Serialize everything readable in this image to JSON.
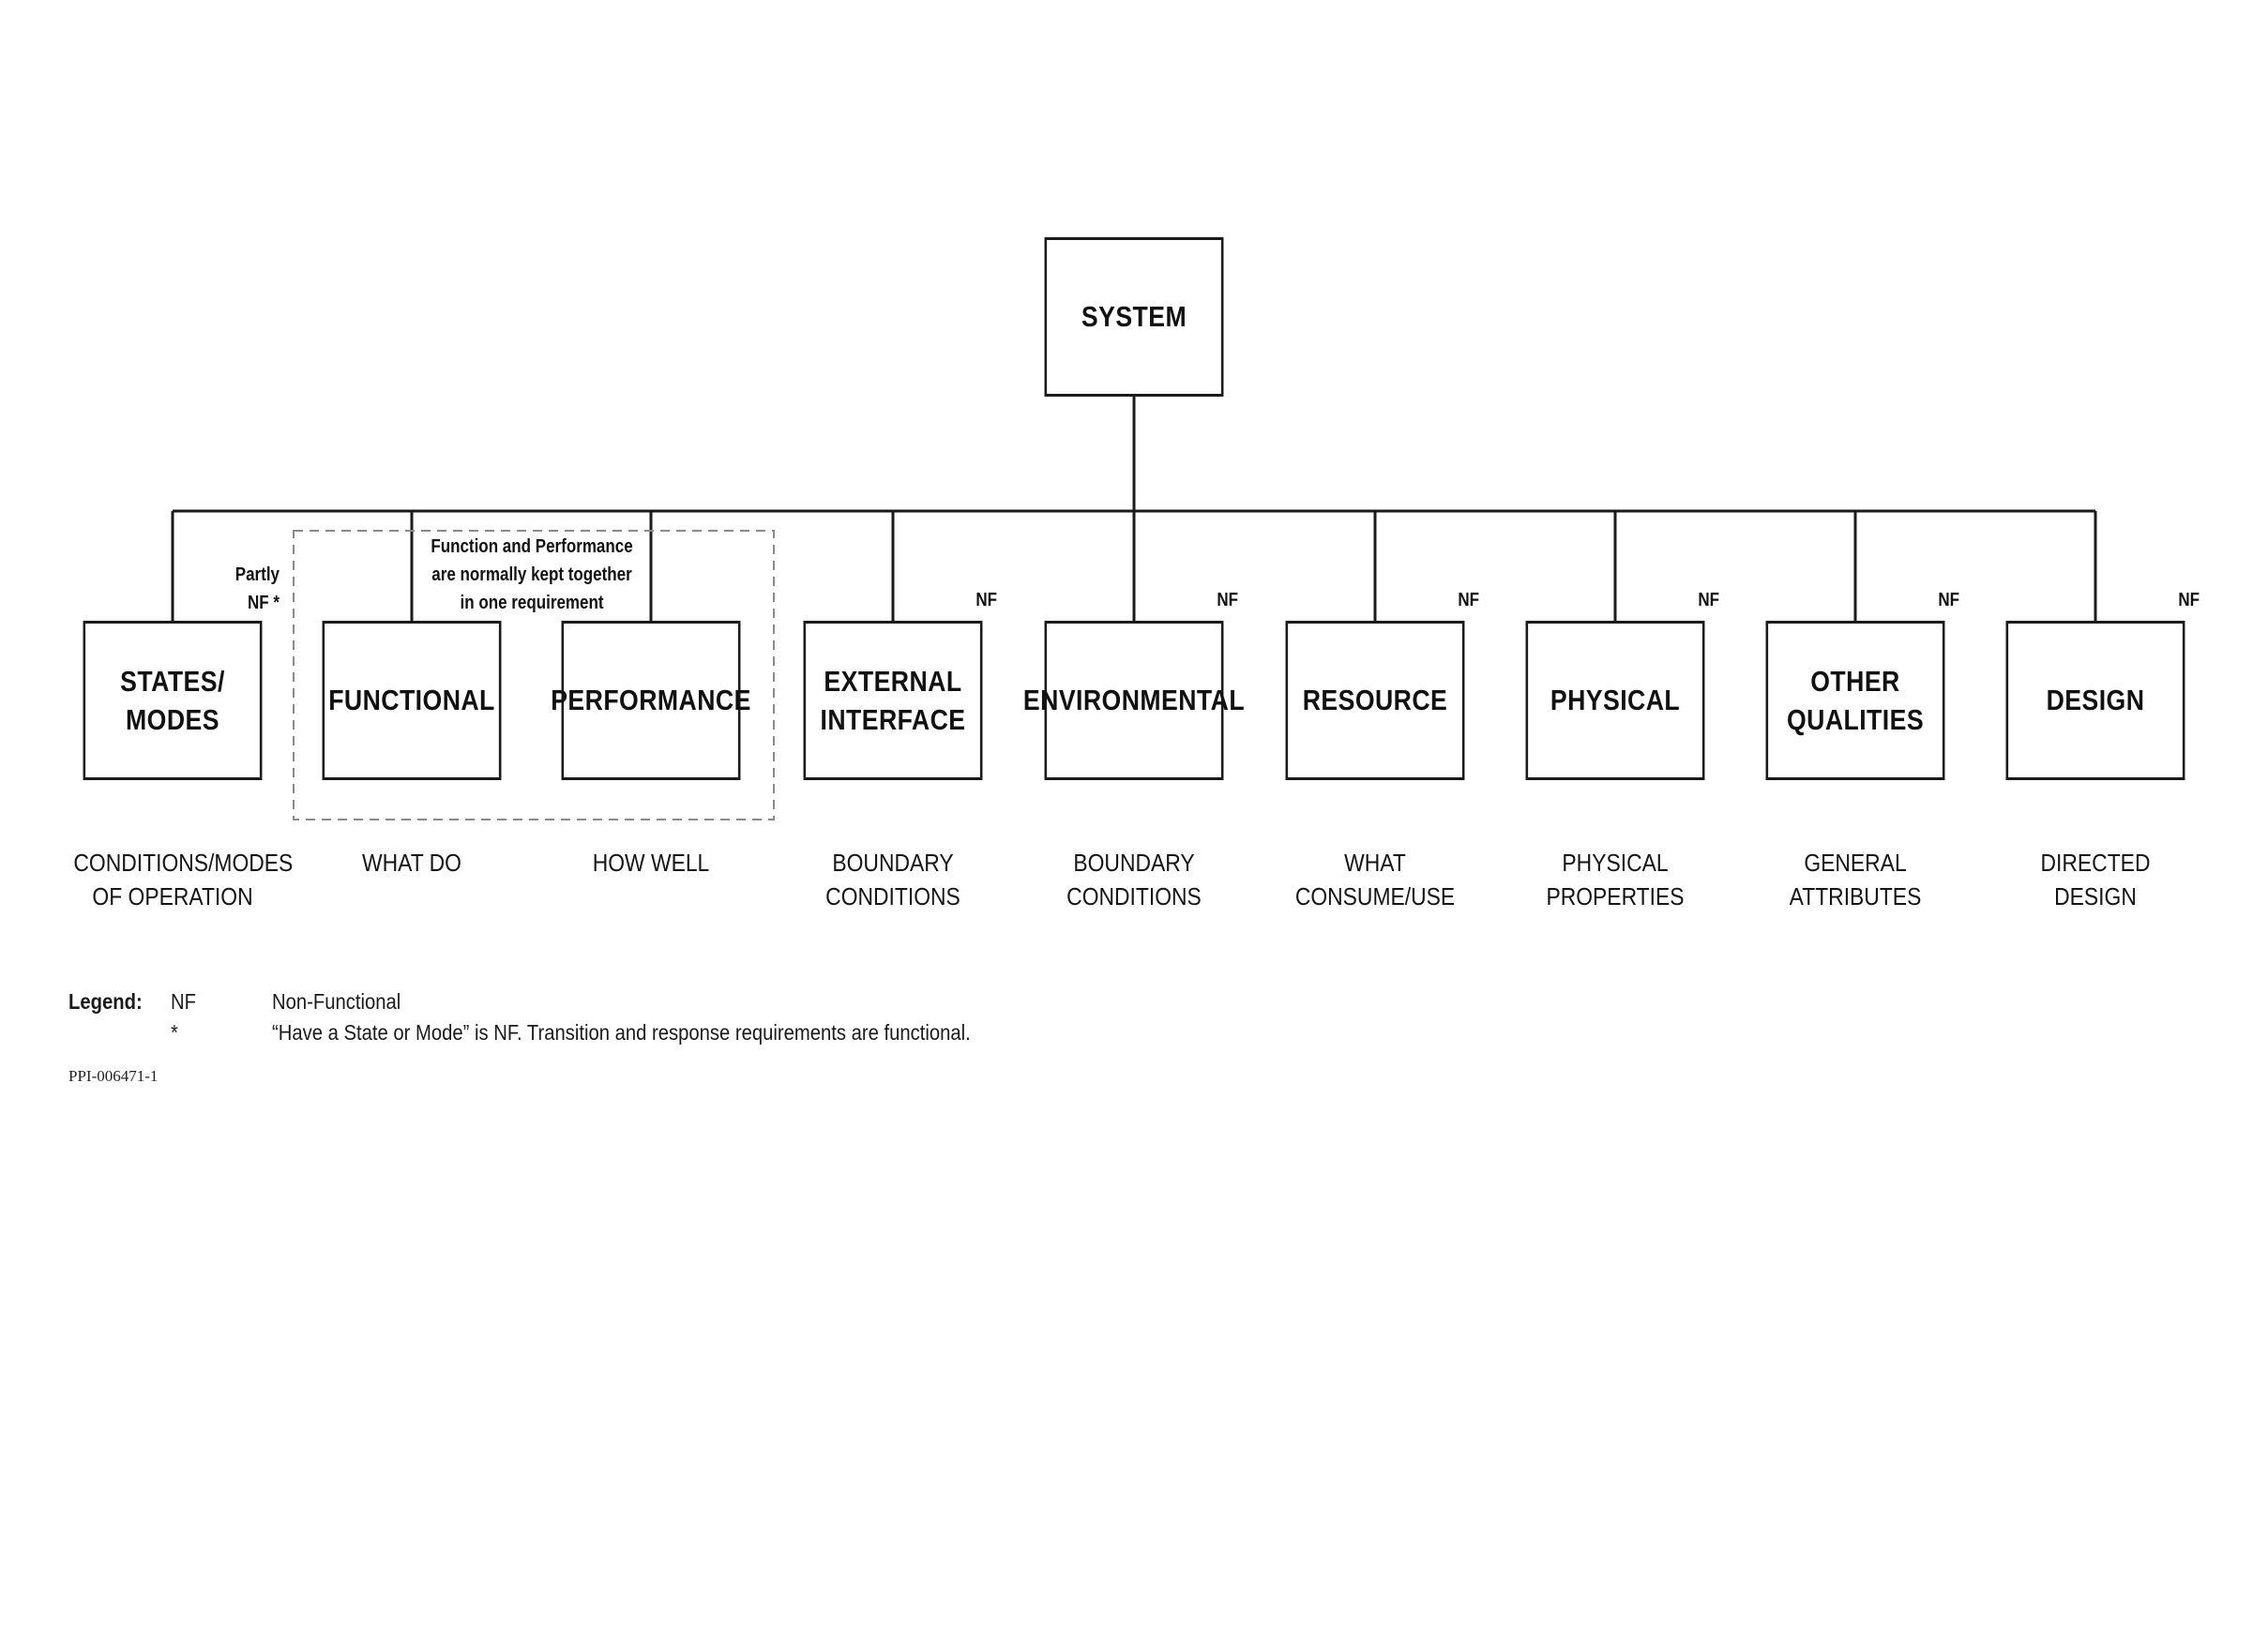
{
  "root": {
    "label": "SYSTEM"
  },
  "categories": [
    {
      "id": "states",
      "label_lines": [
        "STATES/",
        "MODES"
      ],
      "caption_lines": [
        "CONDITIONS/MODES",
        "OF OPERATION"
      ],
      "tag": ""
    },
    {
      "id": "functional",
      "label_lines": [
        "FUNCTIONAL"
      ],
      "caption_lines": [
        "WHAT DO"
      ],
      "tag": ""
    },
    {
      "id": "performance",
      "label_lines": [
        "PERFORMANCE"
      ],
      "caption_lines": [
        "HOW WELL"
      ],
      "tag": ""
    },
    {
      "id": "external-interface",
      "label_lines": [
        "EXTERNAL",
        "INTERFACE"
      ],
      "caption_lines": [
        "BOUNDARY",
        "CONDITIONS"
      ],
      "tag": "NF"
    },
    {
      "id": "environmental",
      "label_lines": [
        "ENVIRONMENTAL"
      ],
      "caption_lines": [
        "BOUNDARY",
        "CONDITIONS"
      ],
      "tag": "NF"
    },
    {
      "id": "resource",
      "label_lines": [
        "RESOURCE"
      ],
      "caption_lines": [
        "WHAT",
        "CONSUME/USE"
      ],
      "tag": "NF"
    },
    {
      "id": "physical",
      "label_lines": [
        "PHYSICAL"
      ],
      "caption_lines": [
        "PHYSICAL",
        "PROPERTIES"
      ],
      "tag": "NF"
    },
    {
      "id": "other-qualities",
      "label_lines": [
        "OTHER",
        "QUALITIES"
      ],
      "caption_lines": [
        "GENERAL",
        "ATTRIBUTES"
      ],
      "tag": "NF"
    },
    {
      "id": "design",
      "label_lines": [
        "DESIGN"
      ],
      "caption_lines": [
        "DIRECTED",
        "DESIGN"
      ],
      "tag": "NF"
    }
  ],
  "states_tag_lines": [
    "Partly",
    "NF *"
  ],
  "group_note_lines": [
    "Function and Performance",
    "are normally kept together",
    "in one requirement"
  ],
  "legend": {
    "title": "Legend:",
    "items": [
      {
        "symbol": "NF",
        "text": "Non-Functional"
      },
      {
        "symbol": "*",
        "text": "“Have a State or Mode” is NF. Transition and response requirements are functional."
      }
    ]
  },
  "document_id": "PPI-006471-1",
  "colors": {
    "line": "#1a1a1a",
    "dashed": "#8a8a8a",
    "background": "#ffffff"
  }
}
